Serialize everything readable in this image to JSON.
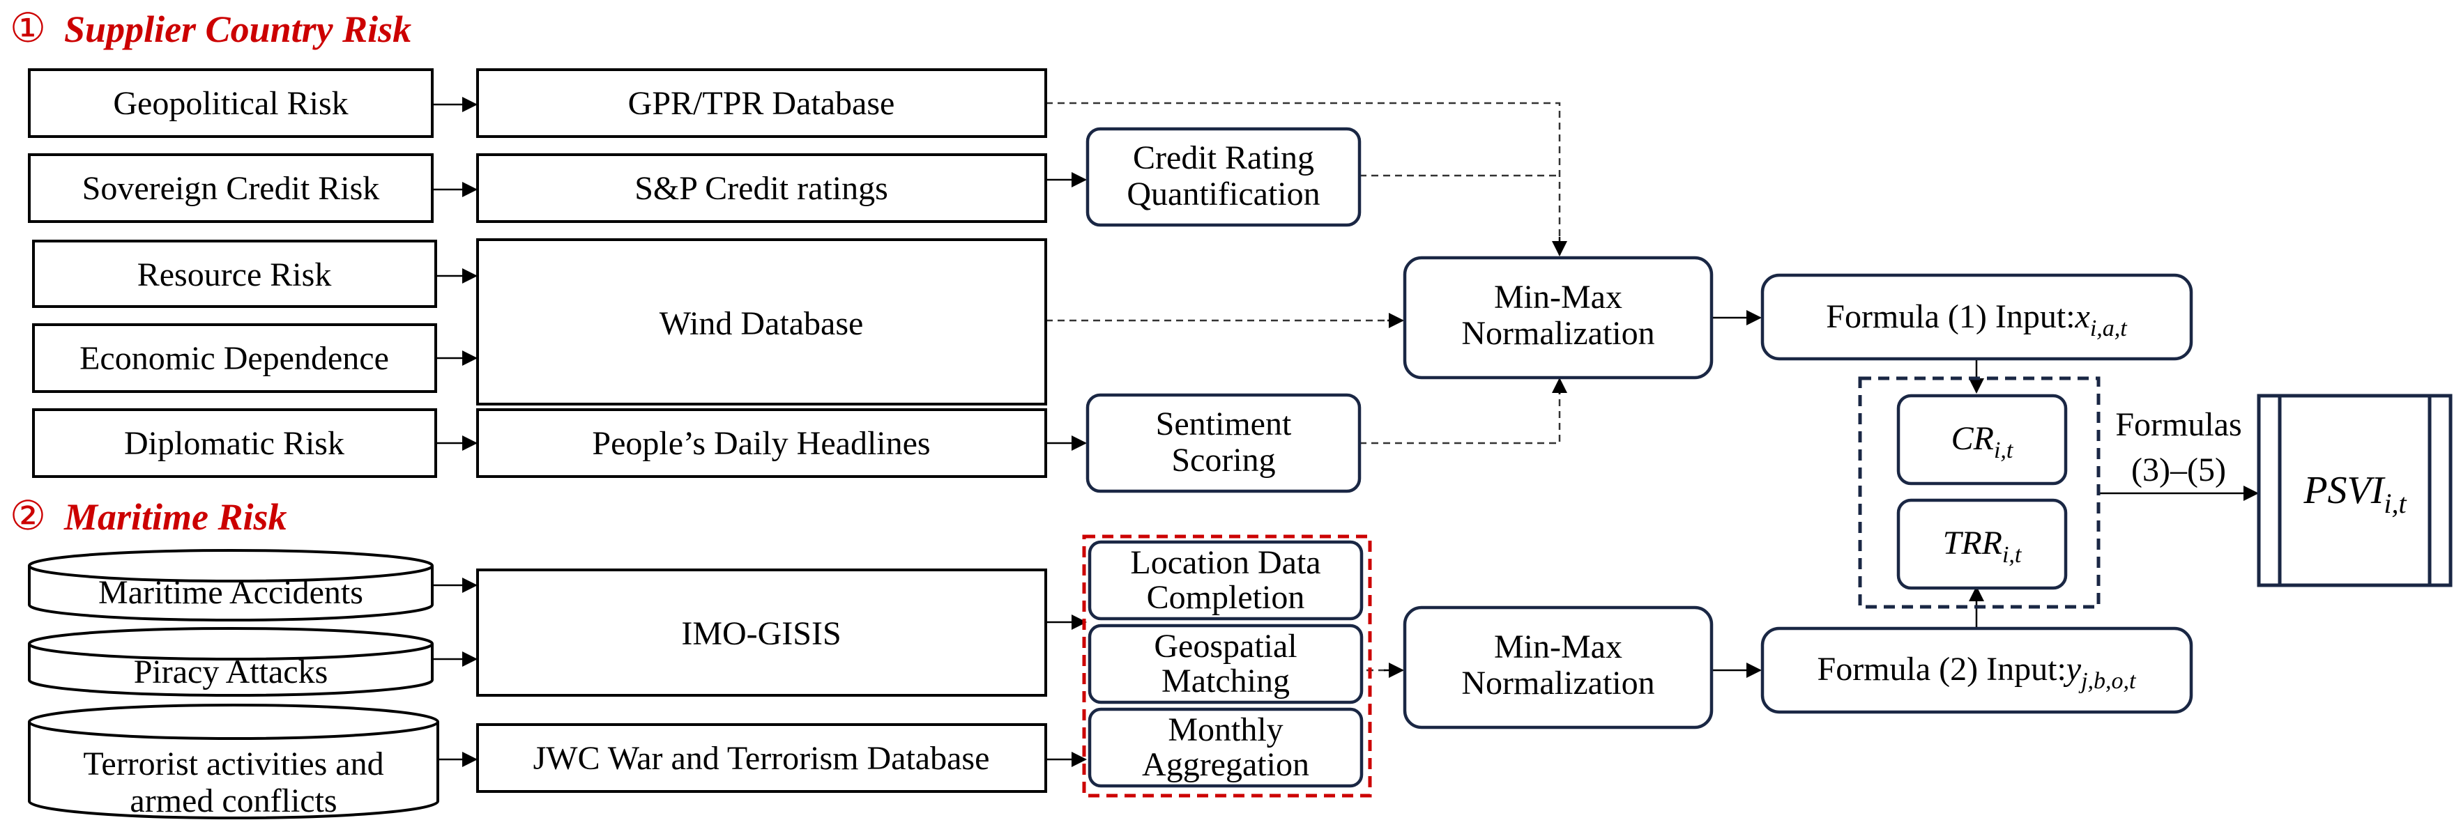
{
  "section1": {
    "number": "①",
    "title": "Supplier Country Risk"
  },
  "section2": {
    "number": "②",
    "title": "Maritime Risk"
  },
  "risk_factors": {
    "geopolitical": "Geopolitical Risk",
    "sovereign": "Sovereign Credit Risk",
    "resource": "Resource Risk",
    "economic": "Economic Dependence",
    "diplomatic": "Diplomatic Risk"
  },
  "sources1": {
    "gpr": "GPR/TPR Database",
    "sp": "S&P Credit ratings",
    "wind": "Wind Database",
    "people": "People’s Daily Headlines"
  },
  "processing1": {
    "credit_line1": "Credit Rating",
    "credit_line2": "Quantification",
    "sentiment_line1": "Sentiment",
    "sentiment_line2": "Scoring"
  },
  "maritime_inputs": {
    "accidents": "Maritime Accidents",
    "piracy": "Piracy Attacks",
    "terror_line1": "Terrorist activities and",
    "terror_line2": "armed conflicts"
  },
  "sources2": {
    "imo": "IMO-GISIS",
    "jwc": "JWC War and Terrorism Database"
  },
  "processing2": {
    "location_line1": "Location Data",
    "location_line2": "Completion",
    "geo_line1": "Geospatial",
    "geo_line2": "Matching",
    "monthly_line1": "Monthly",
    "monthly_line2": "Aggregation"
  },
  "normalization": {
    "line1": "Min-Max",
    "line2": "Normalization"
  },
  "formula1": {
    "prefix": "Formula (1) Input:",
    "var": "x",
    "sub": "i,a,t"
  },
  "formula2": {
    "prefix": "Formula (2) Input:",
    "var": "y",
    "sub": "j,b,o,t"
  },
  "cr": {
    "var": "CR",
    "sub": "i,t"
  },
  "trr": {
    "var": "TRR",
    "sub": "i,t"
  },
  "formulas_label": {
    "line1": "Formulas",
    "line2": "(3)–(5)"
  },
  "psvi": {
    "var": "PSVI",
    "sub": "i,t"
  }
}
